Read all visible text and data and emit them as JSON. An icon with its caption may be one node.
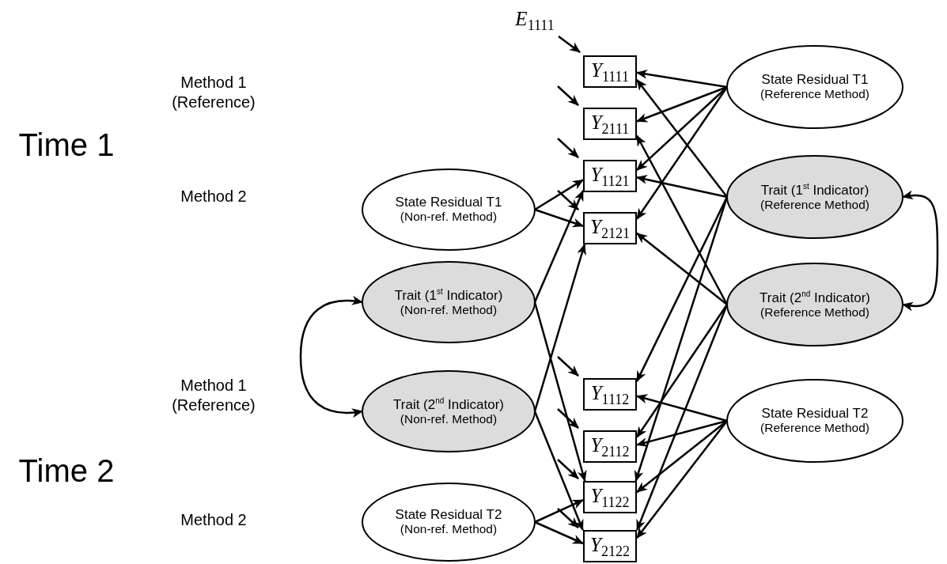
{
  "diagram": {
    "nodes": [
      {
        "text": [
          "*E*$_{1111}$"
        ]
      },
      {
        "text": [
          "*Y*$_{1111}$"
        ]
      },
      {
        "text": [
          "*Y*$_{2111}$"
        ]
      },
      {
        "text": [
          "*Y*$_{1121}$"
        ]
      },
      {
        "text": [
          "*Y*$_{2121}$"
        ]
      },
      {
        "text": [
          "*Y*$_{1112}$"
        ]
      },
      {
        "text": [
          "*Y*$_{2112}$"
        ]
      },
      {
        "text": [
          "*Y*$_{1122}$"
        ]
      },
      {
        "text": [
          "*Y*$_{2122}$"
        ]
      },
      {
        "text": [
          "State Residual T1",
          "(Reference Method)"
        ]
      },
      {
        "text": [
          "Trait (1$^{st}$ Indicator)",
          "(Reference Method)"
        ]
      },
      {
        "text": [
          "Trait (2$^{nd}$ Indicator)",
          "(Reference Method)"
        ]
      },
      {
        "text": [
          "State Residual T2",
          "(Reference Method)"
        ]
      },
      {
        "text": [
          "State Residual T1",
          "(Non-ref. Method)"
        ]
      },
      {
        "text": [
          "Trait (1$^{st}$ Indicator)",
          "(Non-ref. Method)"
        ]
      },
      {
        "text": [
          "Trait (2$^{nd}$ Indicator)",
          "(Non-ref. Method)"
        ]
      },
      {
        "text": [
          "State Residual T2",
          "(Non-ref. Method)"
        ]
      }
    ],
    "edges": [
      {
        "from": 0,
        "to": 1,
        "arrow": "to"
      },
      {
        "from": null,
        "to": 2,
        "arrow": "to"
      },
      {
        "from": null,
        "to": 3,
        "arrow": "to"
      },
      {
        "from": null,
        "to": 4,
        "arrow": "to"
      },
      {
        "from": null,
        "to": 5,
        "arrow": "to"
      },
      {
        "from": null,
        "to": 6,
        "arrow": "to"
      },
      {
        "from": null,
        "to": 7,
        "arrow": "to"
      },
      {
        "from": null,
        "to": 8,
        "arrow": "to"
      },
      {
        "from": 9,
        "to": 1,
        "arrow": "to"
      },
      {
        "from": 9,
        "to": 2,
        "arrow": "to"
      },
      {
        "from": 9,
        "to": 3,
        "arrow": "to"
      },
      {
        "from": 9,
        "to": 4,
        "arrow": "to"
      },
      {
        "from": 10,
        "to": 1,
        "arrow": "to"
      },
      {
        "from": 10,
        "to": 3,
        "arrow": "to"
      },
      {
        "from": 10,
        "to": 5,
        "arrow": "to"
      },
      {
        "from": 10,
        "to": 7,
        "arrow": "to"
      },
      {
        "from": 11,
        "to": 2,
        "arrow": "to"
      },
      {
        "from": 11,
        "to": 4,
        "arrow": "to"
      },
      {
        "from": 11,
        "to": 6,
        "arrow": "to"
      },
      {
        "from": 11,
        "to": 8,
        "arrow": "to"
      },
      {
        "from": 12,
        "to": 5,
        "arrow": "to"
      },
      {
        "from": 12,
        "to": 6,
        "arrow": "to"
      },
      {
        "from": 12,
        "to": 7,
        "arrow": "to"
      },
      {
        "from": 12,
        "to": 8,
        "arrow": "to"
      },
      {
        "from": 13,
        "to": 3,
        "arrow": "to"
      },
      {
        "from": 13,
        "to": 4,
        "arrow": "to"
      },
      {
        "from": 14,
        "to": 3,
        "arrow": "to"
      },
      {
        "from": 14,
        "to": 7,
        "arrow": "to"
      },
      {
        "from": 15,
        "to": 4,
        "arrow": "to"
      },
      {
        "from": 15,
        "to": 8,
        "arrow": "to"
      },
      {
        "from": 16,
        "to": 7,
        "arrow": "to"
      },
      {
        "from": 16,
        "to": 8,
        "arrow": "to"
      },
      {
        "from": 10,
        "to": 11,
        "arrow": "both"
      },
      {
        "from": 14,
        "to": 15,
        "arrow": "both"
      }
    ],
    "labels": [
      "Method 1 (Reference)",
      "Time 1",
      "Method 2",
      "Method 1 (Reference)",
      "Time 2",
      "Method 2"
    ]
  }
}
